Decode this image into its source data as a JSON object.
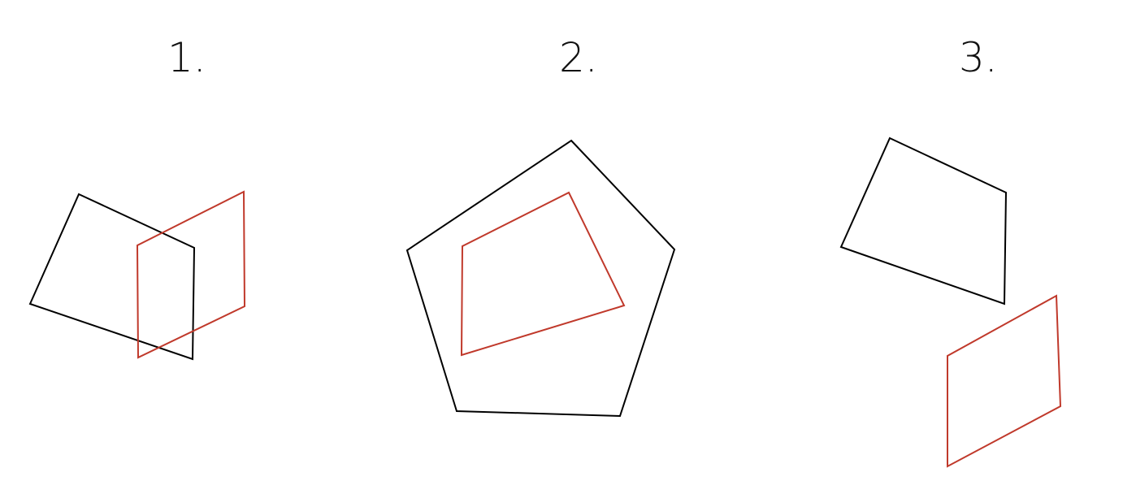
{
  "diagram": {
    "colors": {
      "outer_shape": "#000000",
      "inner_shape": "#c0392b",
      "background": "#ffffff"
    },
    "panels": [
      {
        "label": "1.",
        "description_shapes": [
          "black-quadrilateral",
          "red-parallelogram"
        ],
        "relationship": "overlapping"
      },
      {
        "label": "2.",
        "description_shapes": [
          "black-pentagon",
          "red-quadrilateral"
        ],
        "relationship": "contained"
      },
      {
        "label": "3.",
        "description_shapes": [
          "black-quadrilateral",
          "red-parallelogram"
        ],
        "relationship": "separate"
      }
    ]
  }
}
